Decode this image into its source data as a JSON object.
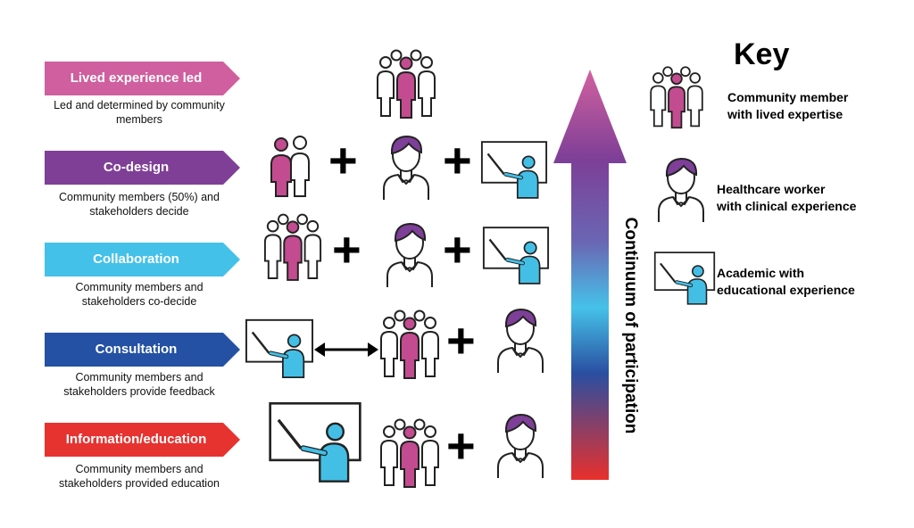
{
  "levels": [
    {
      "label": "Lived experience led",
      "desc_lines": [
        "Led and determined by community",
        "members"
      ],
      "color": "#cf5f9e"
    },
    {
      "label": "Co-design",
      "desc_lines": [
        "Community members (50%) and",
        "stakeholders decide"
      ],
      "color": "#7f3f97"
    },
    {
      "label": "Collaboration",
      "desc_lines": [
        "Community members and",
        "stakeholders co-decide"
      ],
      "color": "#44c1e8"
    },
    {
      "label": "Consultation",
      "desc_lines": [
        "Community members and",
        "stakeholders provide feedback"
      ],
      "color": "#2451a3"
    },
    {
      "label": "Information/education",
      "desc_lines": [
        "Community members and",
        "stakeholders provided education"
      ],
      "color": "#e63330"
    }
  ],
  "continuum_label": "Continuum of participation",
  "key": {
    "title": "Key",
    "items": [
      {
        "lines": [
          "Community member",
          "with lived expertise"
        ],
        "icon": "community-group-icon"
      },
      {
        "lines": [
          "Healthcare worker",
          "with clinical experience"
        ],
        "icon": "healthcare-worker-icon"
      },
      {
        "lines": [
          "Academic with",
          "educational experience"
        ],
        "icon": "academic-presenter-icon"
      }
    ]
  },
  "colors": {
    "pink": "#cf5f9e",
    "purple": "#7f3f97",
    "cyan": "#44c1e8",
    "blue": "#2451a3",
    "red": "#e63330"
  },
  "symbols": {
    "plus": "+"
  }
}
